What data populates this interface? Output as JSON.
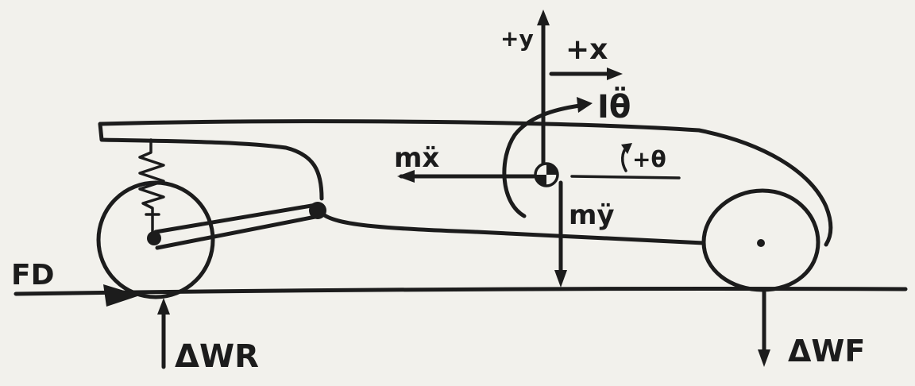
{
  "diagram": {
    "labels": {
      "plus_y": "+y",
      "plus_x": "+x",
      "inertia": "Iθ̈",
      "m_xddot": "mẍ",
      "plus_theta": "+θ",
      "m_yddot": "mÿ",
      "drag": "FD",
      "delta_w_rear": "ΔWR",
      "delta_w_front": "ΔWF"
    },
    "colors": {
      "paper": "#f2f1ec",
      "ink": "#1c1c1c"
    }
  }
}
